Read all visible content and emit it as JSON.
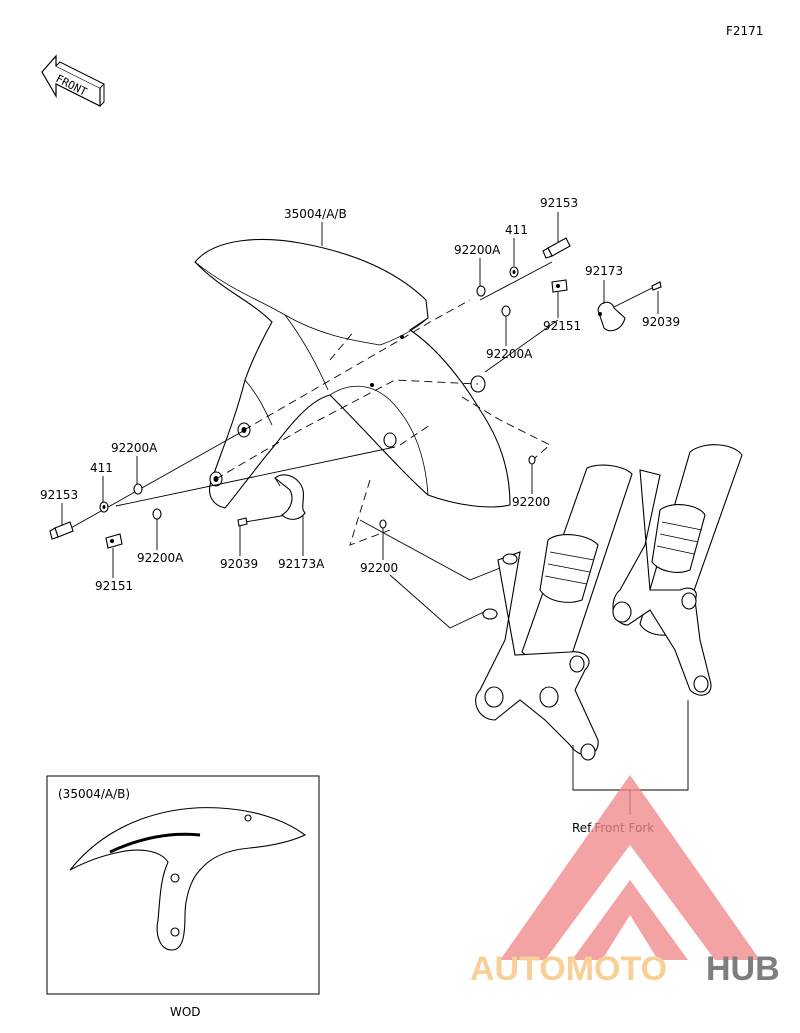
{
  "figure_code": "F2171",
  "front_label": "FRONT",
  "labels": {
    "fender": "35004/A/B",
    "p92153_top": "92153",
    "p411_top": "411",
    "p92200A_top": "92200A",
    "p92173": "92173",
    "p92151_top": "92151",
    "p92039_right": "92039",
    "p92200A_mid": "92200A",
    "p92200_right": "92200",
    "p92200A_left": "92200A",
    "p411_left": "411",
    "p92153_left": "92153",
    "p92151_left": "92151",
    "p92200A_lower": "92200A",
    "p92039_left": "92039",
    "p92173A": "92173A",
    "p92200_mid": "92200",
    "ref_front_fork": "Ref.Front Fork"
  },
  "inset": {
    "title": "(35004/A/B)",
    "caption": "WOD"
  },
  "watermark": {
    "text_part1": "AUTOMOTO",
    "text_part2": "HUB",
    "color_primary": "#f08a8a",
    "color_secondary": "#f5c27a",
    "color_dark": "#5a5a5a"
  }
}
